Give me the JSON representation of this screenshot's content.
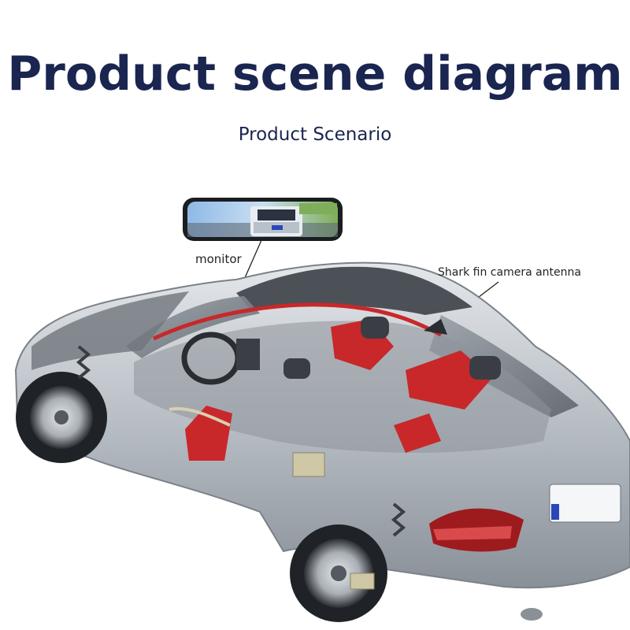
{
  "header": {
    "title": "Product scene diagram",
    "subtitle": "Product Scenario"
  },
  "callouts": {
    "monitor": "monitor",
    "shark_fin": "Shark fin camera antenna"
  },
  "colors": {
    "title": "#1a2550",
    "body_silver": "#b9bfc6",
    "interior_red": "#c8282a",
    "glass": "#6d737b"
  },
  "icons": {
    "mirror_monitor": "rearview-mirror-monitor-icon",
    "car": "car-cutaway-illustration"
  }
}
